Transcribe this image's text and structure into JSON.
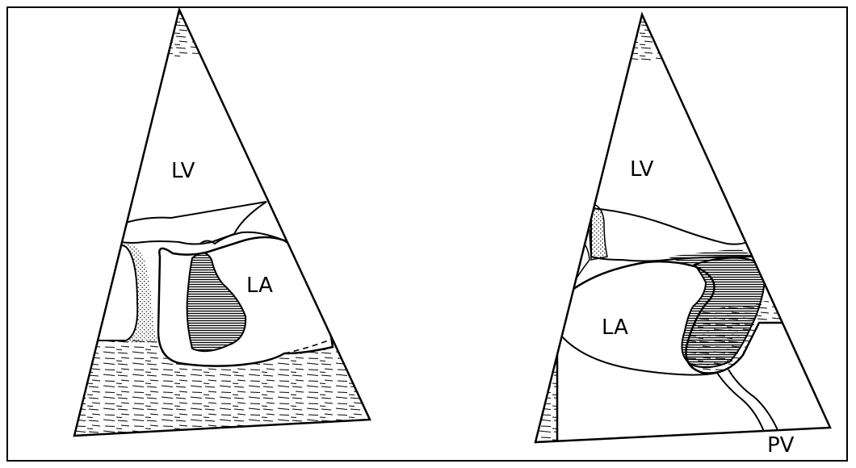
{
  "labels": {
    "left": {
      "lv": "LV",
      "la": "LA"
    },
    "right": {
      "lv": "LV",
      "la": "LA",
      "pv": "PV"
    }
  }
}
